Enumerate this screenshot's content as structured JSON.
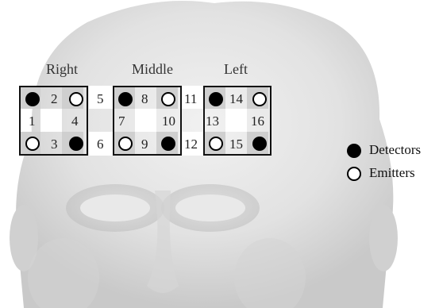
{
  "regions": [
    {
      "name": "Right",
      "channels": {
        "top": "2",
        "left": "1",
        "right": "4",
        "bottom": "3",
        "gap_top": "5",
        "gap_bottom": "6"
      }
    },
    {
      "name": "Middle",
      "channels": {
        "top": "8",
        "left": "7",
        "right": "10",
        "bottom": "9",
        "gap_top": "11",
        "gap_bottom": "12"
      }
    },
    {
      "name": "Left",
      "channels": {
        "top": "14",
        "left": "13",
        "right": "16",
        "bottom": "15"
      }
    }
  ],
  "optodes": {
    "top_left": "detector",
    "top_right": "emitter",
    "bottom_left": "emitter",
    "bottom_right": "detector"
  },
  "legend": {
    "detectors_label": "Detectors",
    "emitters_label": "Emitters"
  }
}
